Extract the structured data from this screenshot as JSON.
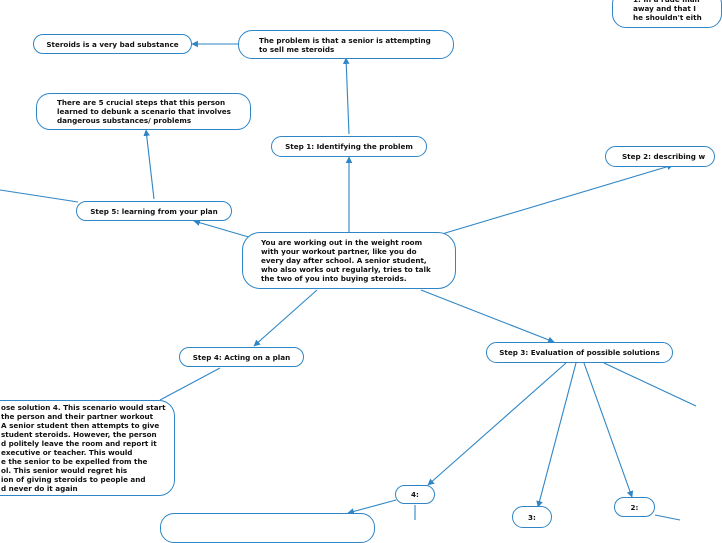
{
  "nodes": {
    "central": "You are working out in the weight room with your workout partner, like you do every day after school. A senior student, who also works out regularly, tries to talk the two of you into buying steroids.",
    "step1": "Step 1: Identifying the problem",
    "problem": "The problem is that a senior is attempting to sell me steroids",
    "steroids_bad": "Steroids is a very bad substance",
    "step2": "Step 2: describing w",
    "top_right_note": "1: In a rude man\naway and that I\nhe shouldn't eith",
    "step5": "Step 5: learning from your plan",
    "five_steps": "There are 5 crucial steps that this person learned to debunk a scenario that involves dangerous substances/ problems",
    "step4": "Step 4: Acting on a plan",
    "solution4_text": "ose solution 4. This scenario would start\nthe person and their partner workout\nA senior student then attempts to give\nstudent steroids. However, the person\nd politely leave the room and report it\nexecutive or teacher. This would\ne the senior to be expelled from the\nol. This senior would regret his\nion of giving steroids to people and\nd never do it again",
    "step3": "Step 3: Evaluation of possible solutions",
    "opt4": "4:",
    "opt3": "3:",
    "opt2": "2:"
  },
  "colors": {
    "node_border": "#2f86c6",
    "connector": "#2f86c6",
    "background": "#ffffff",
    "text": "#111111"
  }
}
